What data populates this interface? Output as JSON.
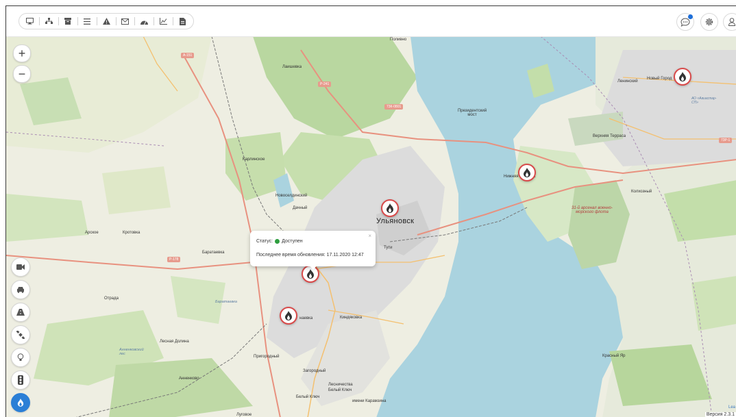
{
  "toolbar": {
    "icons": [
      "monitor-icon",
      "tree-structure-icon",
      "archive-icon",
      "list-icon",
      "warning-icon",
      "envelope-icon",
      "dashboard-icon",
      "chart-icon",
      "document-icon"
    ]
  },
  "header_right": {
    "icons": [
      "chat-icon",
      "gear-icon",
      "user-icon"
    ],
    "notification_color": "#1e6fd9"
  },
  "map_controls": {
    "zoom_in": "+",
    "zoom_out": "−"
  },
  "layers": {
    "icons": [
      "camera-icon",
      "car-icon",
      "road-icon",
      "satellite-icon",
      "lightbulb-icon",
      "traffic-light-icon",
      "gas-flame-icon"
    ],
    "active": "gas-flame-icon",
    "active_color": "#2b7fd6"
  },
  "popup": {
    "status_label": "Статус:",
    "status_value": "Доступен",
    "status_color": "#2e9e3f",
    "updated_label": "Последнее время обновления:",
    "updated_value": "17.11.2020 12:47",
    "close": "×"
  },
  "map_labels": {
    "poliwno": "Поливно",
    "lashevka": "Лаишевка",
    "kalinovka": "Карлинское",
    "novoselki": "Новоселдинский",
    "dachny": "Дачный",
    "arskoe": "Арское",
    "krotovka": "Кротовка",
    "baratayevka": "Баратаевка",
    "otrada": "Отрада",
    "baratayevka_river": "Баратаевка",
    "lesnaya": "Лесная Долина",
    "annenkovsky": "Анненковский лес",
    "annenkovo": "Анненково",
    "prigorodny": "Пригородный",
    "zagorodny": "Загородный",
    "lesnichestvo": "Лесничества",
    "bely_klyuch": "Белый Ключ",
    "bely_klyuch2": "Белый Ключ",
    "karamzina": "имени Карамзина",
    "lugovoe": "Луговое",
    "kindyakovka": "Киндяковка",
    "tuti": "Тути",
    "naevka": "наевка",
    "ulyanovsk": "Ульяновск",
    "bridge": "Президентский мост",
    "nizhnyaya": "Нижняя Терраса",
    "verkhnyaya": "Верхняя Терраса",
    "novy_gorod": "Новый Город",
    "leninsky": "Ленинский",
    "kolkhozny": "Колхозный",
    "krasny_yar": "Красный Яр",
    "arsenal": "31-й арсенал военно-морского флота",
    "avtovaz": "АО «Авиастар-СП»",
    "road_a151": "А-151",
    "road_r241": "Р-241",
    "road_73k0801": "73К-0801",
    "road_r178": "Р-178",
    "road_73r": "73Р-1"
  },
  "footer": {
    "attribution": "Lea",
    "version": "Версия 2.3.1"
  }
}
